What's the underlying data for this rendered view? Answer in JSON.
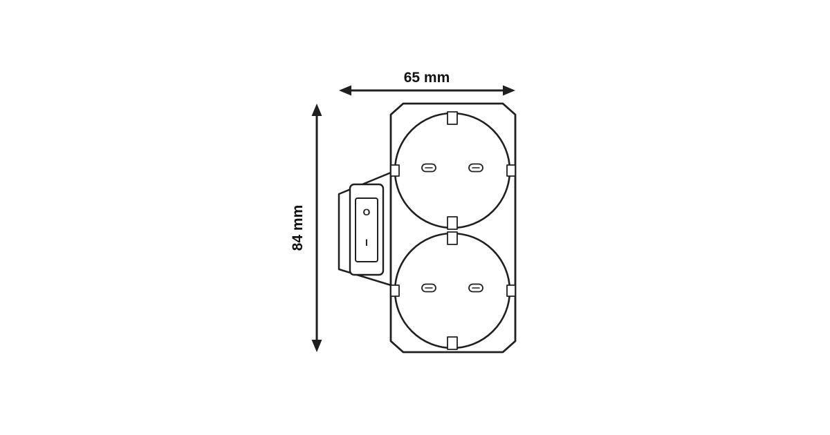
{
  "page": {
    "background": "#ffffff"
  },
  "diagram": {
    "line_color": "#1f1f1f",
    "text_color": "#111111",
    "width_dimension": {
      "label": "65 mm",
      "value_mm": 65
    },
    "height_dimension": {
      "label": "84 mm",
      "value_mm": 84
    },
    "switch_markings": {
      "off": "O",
      "on": "I"
    }
  }
}
